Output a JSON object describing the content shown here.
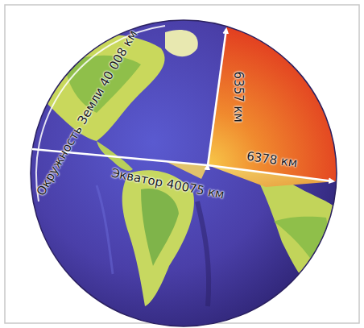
{
  "diagram": {
    "labels": [
      "Окружность Земли 40 008 км",
      "Экватор 40075 км",
      "6357 км",
      "6378 км"
    ]
  }
}
